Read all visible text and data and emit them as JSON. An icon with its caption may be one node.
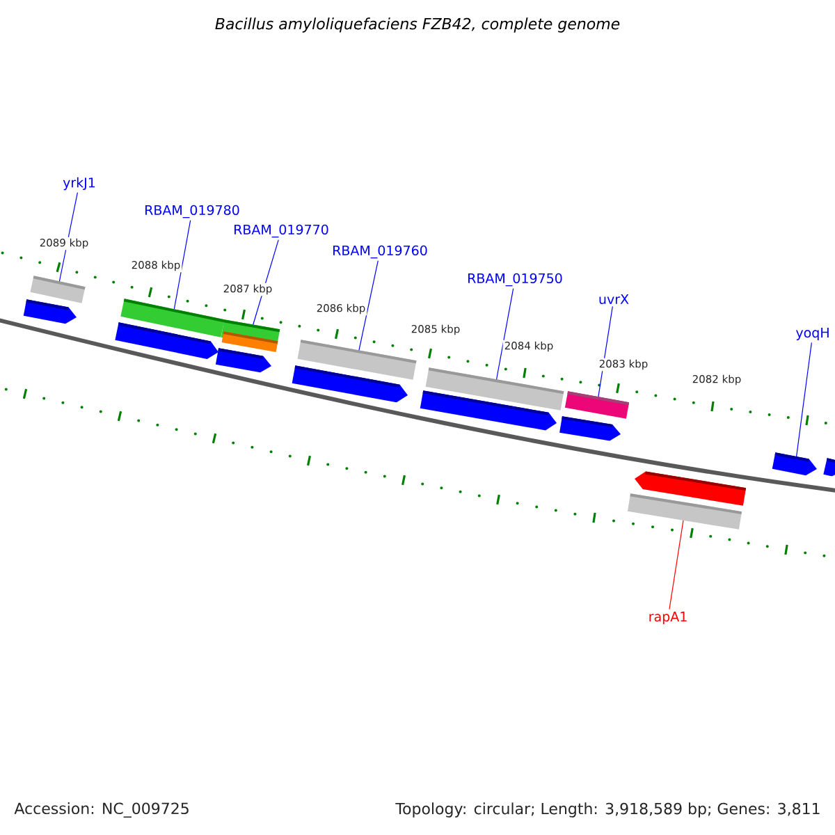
{
  "diagram": {
    "title": "Bacillus amyloliquefaciens FZB42, complete genome",
    "nodes": [
      {
        "text": [
          "yrkJ1"
        ]
      },
      {
        "text": [
          "RBAM_019780"
        ]
      },
      {
        "text": [
          "RBAM_019770"
        ]
      },
      {
        "text": [
          "RBAM_019760"
        ]
      },
      {
        "text": [
          "RBAM_019750"
        ]
      },
      {
        "text": [
          "uvrX"
        ]
      },
      {
        "text": [
          "yoqH"
        ]
      },
      {
        "text": [
          "rapA1"
        ]
      },
      {
        "text": [],
        "shape": "pentagon"
      },
      {
        "text": [],
        "shape": "box"
      },
      {
        "text": [],
        "shape": "pentagon"
      },
      {
        "text": [],
        "shape": "box"
      },
      {
        "text": [],
        "shape": "box"
      },
      {
        "text": [],
        "shape": "box"
      },
      {
        "text": [],
        "shape": "pentagon"
      },
      {
        "text": [],
        "shape": "box"
      },
      {
        "text": [],
        "shape": "pentagon"
      },
      {
        "text": [],
        "shape": "box"
      },
      {
        "text": [],
        "shape": "pentagon"
      },
      {
        "text": [],
        "shape": "box"
      },
      {
        "text": [],
        "shape": "pentagon"
      },
      {
        "text": [],
        "shape": "box"
      },
      {
        "text": [],
        "shape": "pentagon"
      },
      {
        "text": [],
        "shape": "pentagon"
      },
      {
        "text": [],
        "shape": "pentagon"
      }
    ],
    "edges": [
      {
        "from": 0,
        "to": 9,
        "arrow": "none"
      },
      {
        "from": 1,
        "to": 11,
        "arrow": "none"
      },
      {
        "from": 2,
        "to": 12,
        "arrow": "none"
      },
      {
        "from": 3,
        "to": 15,
        "arrow": "none"
      },
      {
        "from": 4,
        "to": 17,
        "arrow": "none"
      },
      {
        "from": 5,
        "to": 19,
        "arrow": "none"
      },
      {
        "from": 6,
        "to": 22,
        "arrow": "none"
      },
      {
        "from": 7,
        "to": 21,
        "arrow": "none",
        "color": "#ff0000"
      }
    ],
    "labels": [
      "2089 kbp",
      "2088 kbp",
      "2087 kbp",
      "2086 kbp",
      "2085 kbp",
      "2084 kbp",
      "2083 kbp",
      "2082 kbp",
      "Accession: NC_009725",
      "Topology: circular; Length: 3,918,589 bp; Genes: 3,811"
    ]
  }
}
